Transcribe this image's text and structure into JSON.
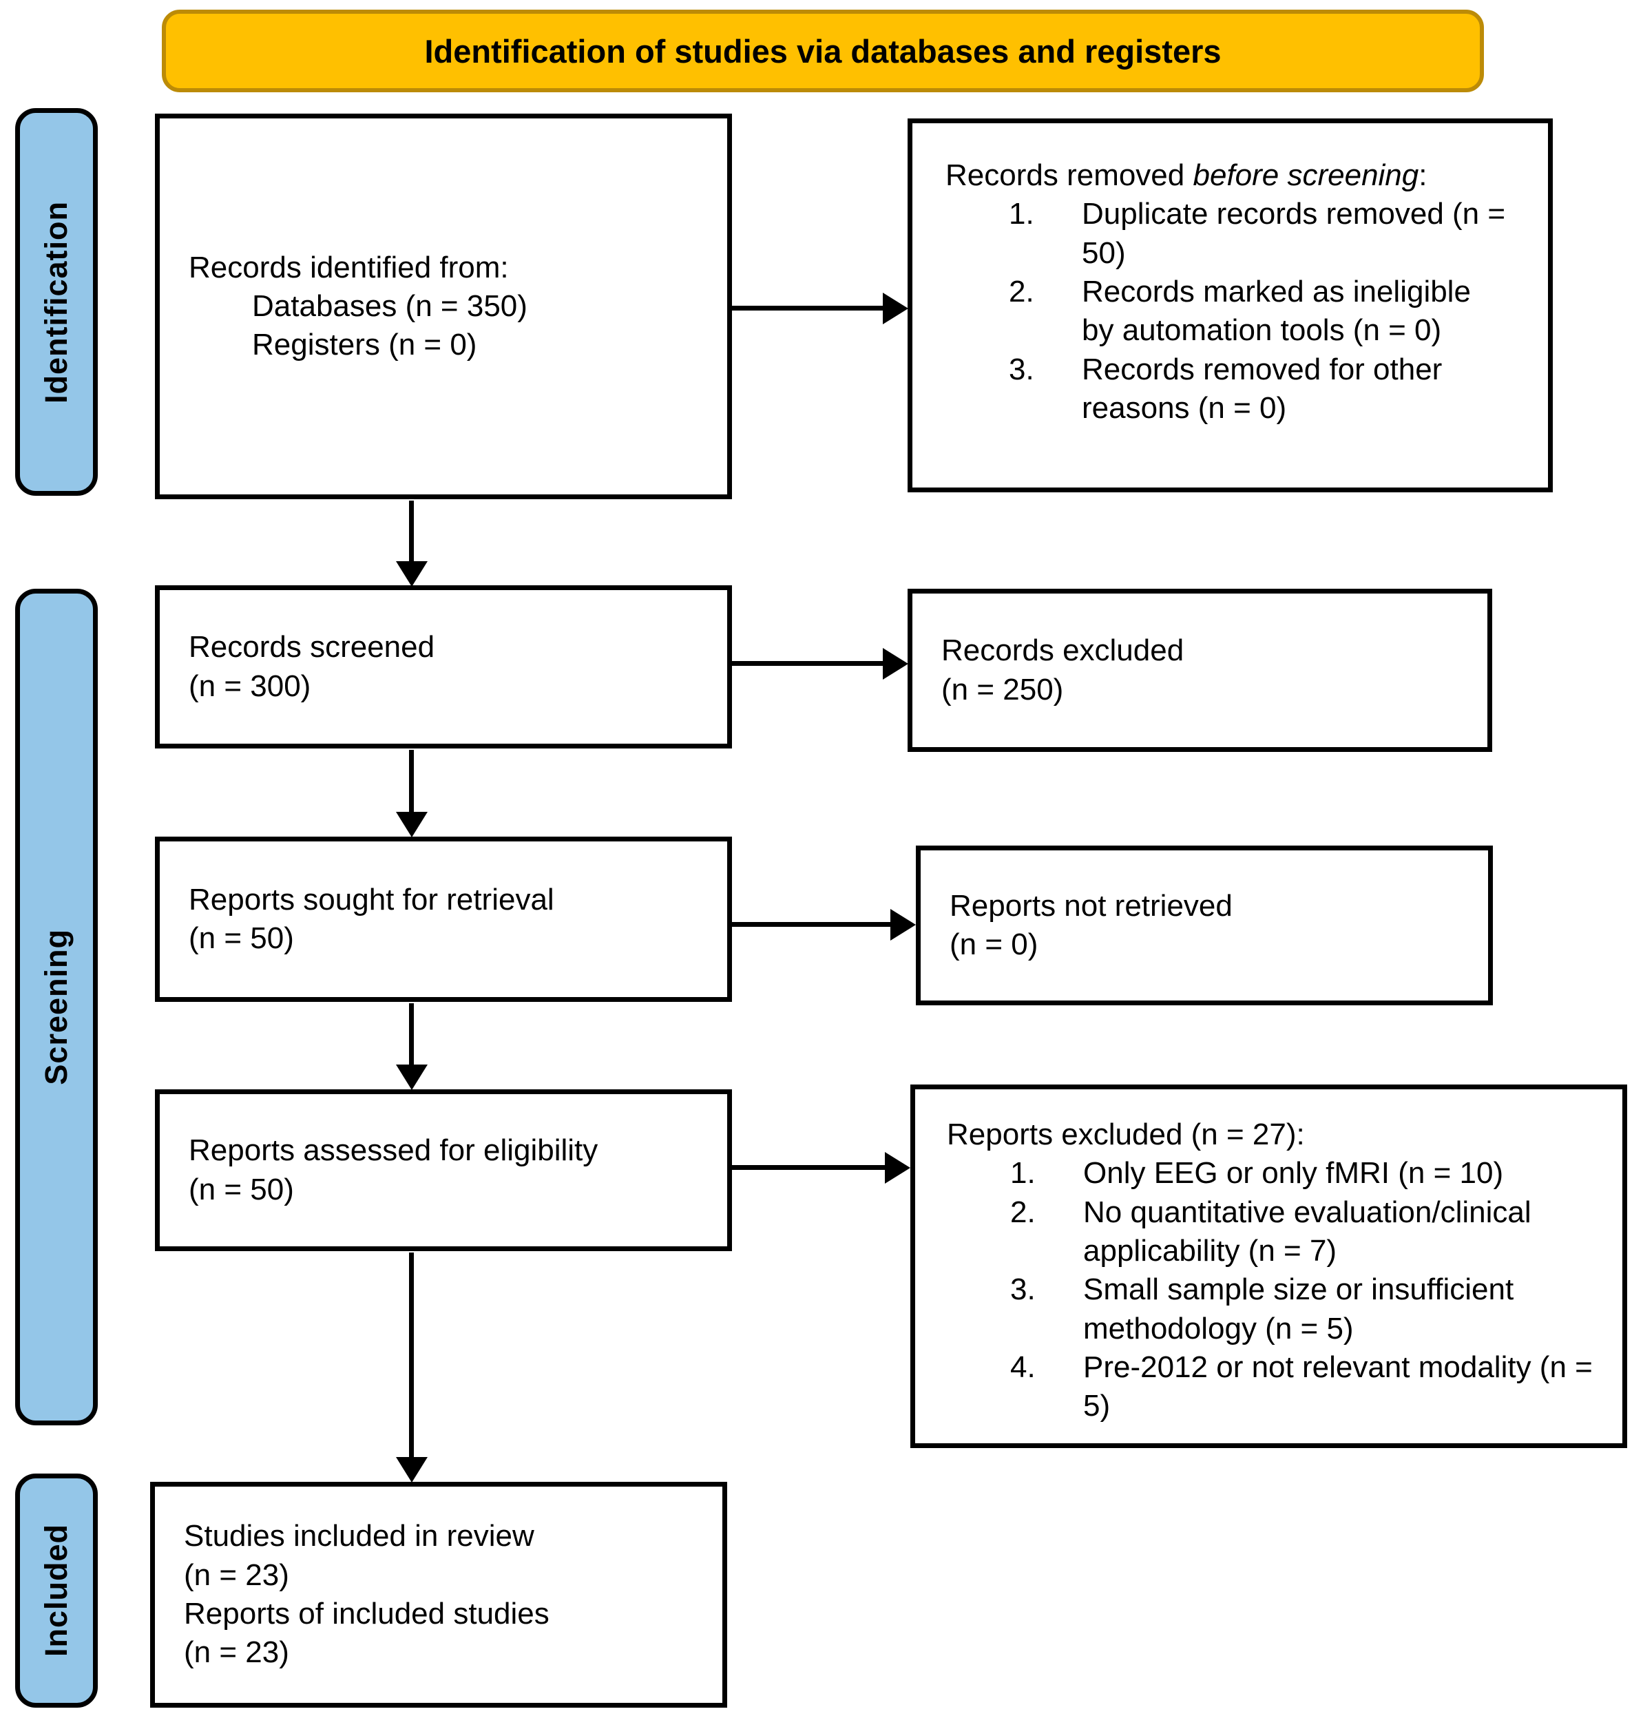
{
  "banner": {
    "title": "Identification of studies via databases and registers"
  },
  "stages": [
    {
      "label": "Identification"
    },
    {
      "label": "Screening"
    },
    {
      "label": "Included"
    }
  ],
  "boxes": {
    "records_identified": {
      "title": "Records identified from:",
      "items": [
        "Databases (n = 350)",
        "Registers (n = 0)"
      ]
    },
    "records_removed": {
      "intro_prefix": "Records removed ",
      "intro_italic": "before screening",
      "intro_suffix": ":",
      "items": [
        "Duplicate records removed (n = 50)",
        "Records marked as ineligible by automation tools (n = 0)",
        "Records removed for other reasons (n = 0)"
      ]
    },
    "records_screened": {
      "lines": [
        "Records screened",
        "(n = 300)"
      ]
    },
    "records_excluded": {
      "lines": [
        "Records excluded",
        "(n = 250)"
      ]
    },
    "reports_sought": {
      "lines": [
        "Reports sought for retrieval",
        "(n = 50)"
      ]
    },
    "reports_not_retrieved": {
      "lines": [
        "Reports not retrieved",
        "(n = 0)"
      ]
    },
    "reports_assessed": {
      "lines": [
        "Reports assessed for eligibility",
        "(n = 50)"
      ]
    },
    "reports_excluded": {
      "intro": "Reports excluded (n = 27):",
      "items": [
        "Only EEG or only fMRI  (n = 10)",
        "No quantitative evaluation/clinical applicability (n = 7)",
        "Small sample size or insufficient methodology (n = 5)",
        "Pre-2012 or not relevant modality (n = 5)"
      ]
    },
    "studies_included": {
      "lines": [
        "Studies included in review",
        "(n = 23)",
        "Reports of included studies",
        "(n = 23)"
      ]
    }
  },
  "colors": {
    "banner_bg": "#FFC000",
    "banner_border": "#BC8B07",
    "stage_bg": "#94C6E8",
    "box_border": "#000000",
    "arrow": "#000000",
    "text": "#000000"
  }
}
